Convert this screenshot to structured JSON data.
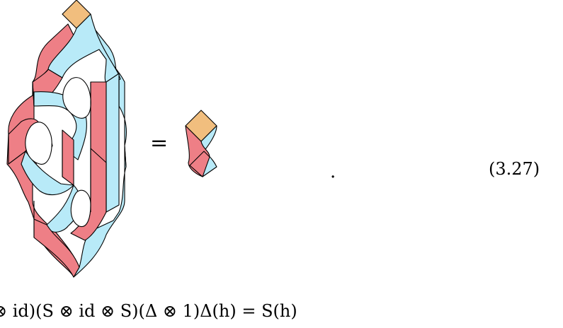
{
  "equation": {
    "equals_sign": "=",
    "trailing_period": ".",
    "number": "(3.27)"
  },
  "formula": {
    "text": "⊗ id)(S ⊗ id ⊗ S)(Δ ⊗ 1)Δ(h) = S(h)"
  },
  "colors": {
    "red_sheet": "#ee7f86",
    "blue_sheet": "#b8eaf8",
    "vertex": "#f1be7e",
    "outline": "#000000"
  },
  "icons": {
    "lhs": "folded-ribbon-surface-diagram",
    "rhs": "twisted-ribbon-diagram"
  }
}
